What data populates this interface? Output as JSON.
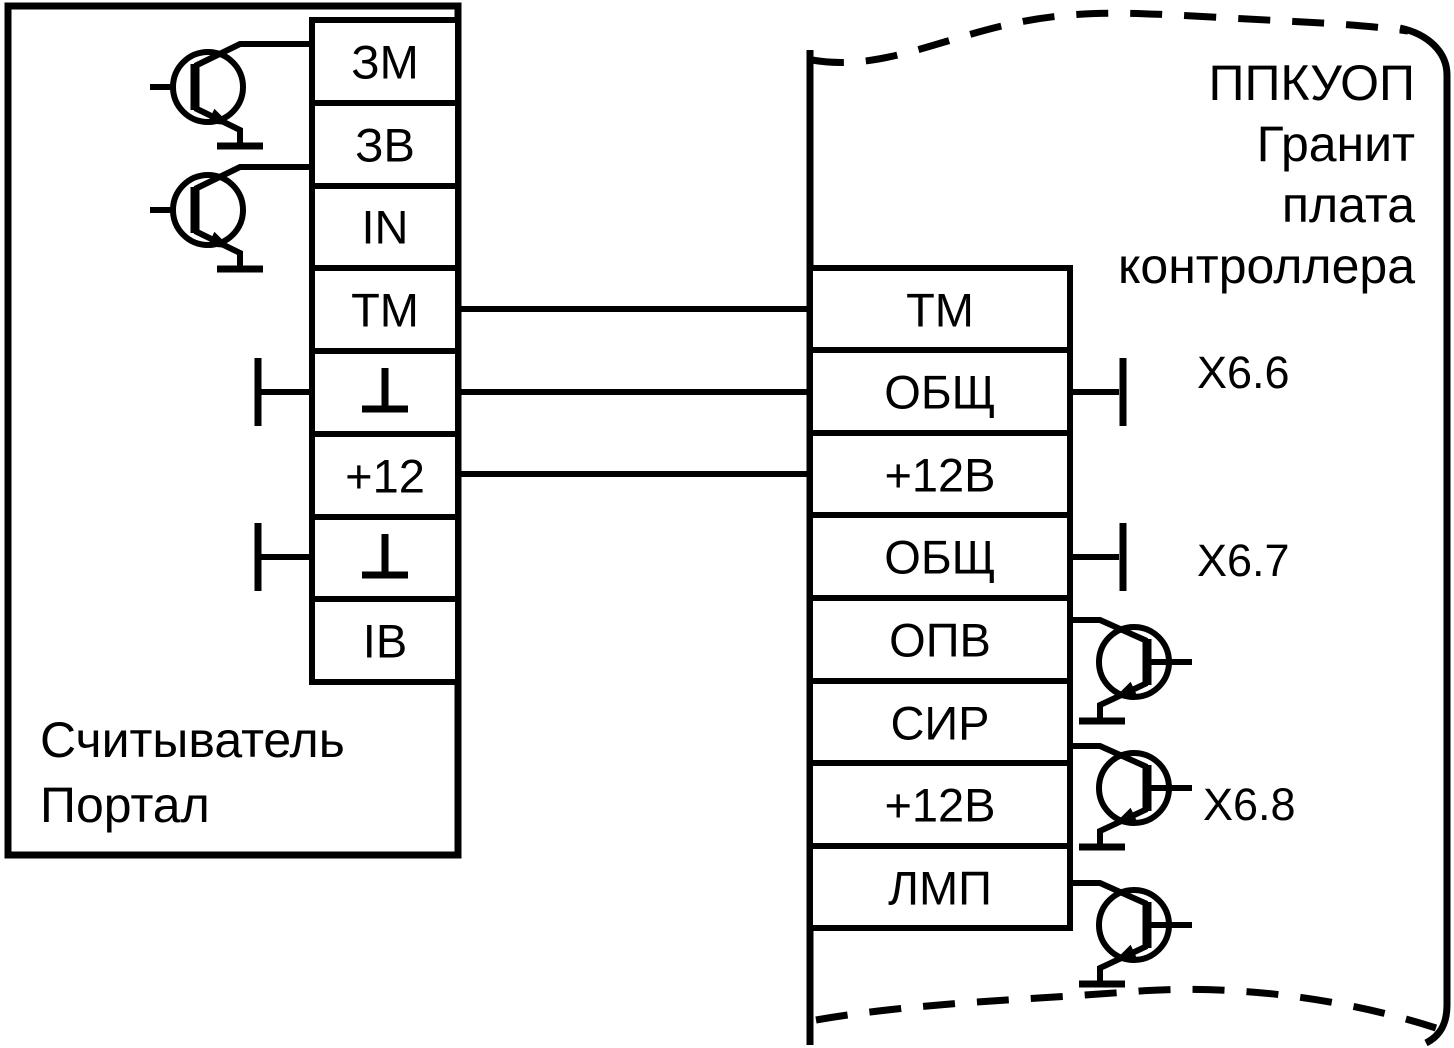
{
  "reader": {
    "name_lines": [
      "Считыватель",
      "Портал"
    ],
    "terminals": [
      "ЗМ",
      "ЗВ",
      "IN",
      "ТМ",
      "⊥",
      "+12",
      "⊥",
      "IB"
    ]
  },
  "panel": {
    "name_lines": [
      "ППКУОП",
      "Гранит",
      "плата",
      "контроллера"
    ],
    "terminals": [
      "ТМ",
      "ОБЩ",
      "+12В",
      "ОБЩ",
      "ОПВ",
      "СИР",
      "+12В",
      "ЛМП"
    ],
    "connectors": [
      "X6.6",
      "X6.7",
      "X6.8"
    ]
  },
  "connections": [
    {
      "from": "ТМ",
      "to": "ТМ"
    },
    {
      "from": "⊥",
      "to": "ОБЩ"
    },
    {
      "from": "+12",
      "to": "+12В"
    }
  ],
  "symbols": {
    "ground_terminal": "⊥",
    "transistor": "npn-open-collector-transistor"
  },
  "colors": {
    "line": "#000000",
    "background": "#ffffff"
  }
}
